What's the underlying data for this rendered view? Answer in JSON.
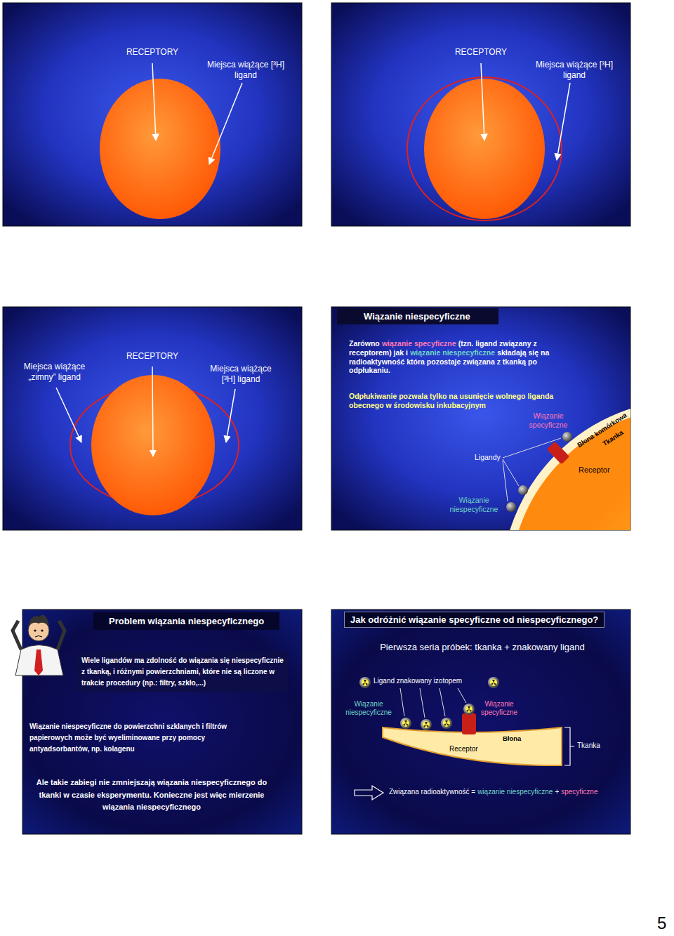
{
  "diagram": {
    "nodes": [
      {
        "text": [
          "RECEPTORY",
          "Miejsca wiążące [³H] ligand"
        ]
      },
      {
        "text": [
          "RECEPTORY",
          "Miejsca wiążące [³H] ligand"
        ]
      },
      {
        "text": [
          "Miejsca wiążące „zimny” ligand",
          "RECEPTORY",
          "Miejsca wiążące [³H] ligand"
        ]
      },
      {
        "text": [
          "Zarówno",
          "wiązanie specyficzne",
          "(tzn. ligand związany z receptorem) jak i",
          "wiązanie niespecyficzne",
          "składają się na radioaktywność która pozostaje związana z tkanką po odpłukaniu.",
          "Odpłukiwanie pozwala tylko na usunięcie wolnego liganda obecnego w środowisku inkubacyjnym",
          "Wiązanie specyficzne",
          "Błona komórkowa",
          "Tkanka",
          "Ligandy",
          "Receptor",
          "Wiązanie niespecyficzne"
        ]
      },
      {
        "text": [
          "Wiązanie niespecyficzne"
        ],
        "in": 3
      },
      {
        "text": [
          "Wiązanie niespecyficzne do powierzchni szklanych i filtrów papierowych może być wyeliminowane przy pomocy antyadsorbantów, np. kolagenu",
          "Ale takie zabiegi nie zmniejszają wiązania niespecyficznego do tkanki w czasie eksperymentu. Konieczne jest więc mierzenie wiązania niespecyficznego"
        ]
      },
      {
        "text": [
          "Problem wiązania niespecyficznego"
        ],
        "in": 5
      },
      {
        "text": [
          "Wiele ligandów ma zdolność do wiązania się niespecyficznie z tkanką, i różnymi powierzchniami, które nie są liczone w trakcie procedury (np.: filtry, szkło,...)"
        ],
        "in": 5
      },
      {
        "text": [
          "Pierwsza seria próbek: tkanka + znakowany ligand",
          "Ligand znakowany izotopem",
          "Wiązanie niespecyficzne",
          "Wiązanie specyficzne",
          "Błona",
          "Receptor",
          "Tkanka",
          "Związana radioaktywność =",
          "wiązanie niespecyficzne",
          "+",
          "specyficzne"
        ]
      },
      {
        "text": [
          "Jak odróżnić wiązanie specyficzne od niespecyficznego?"
        ],
        "in": 8
      }
    ],
    "labels": [
      "5"
    ]
  }
}
